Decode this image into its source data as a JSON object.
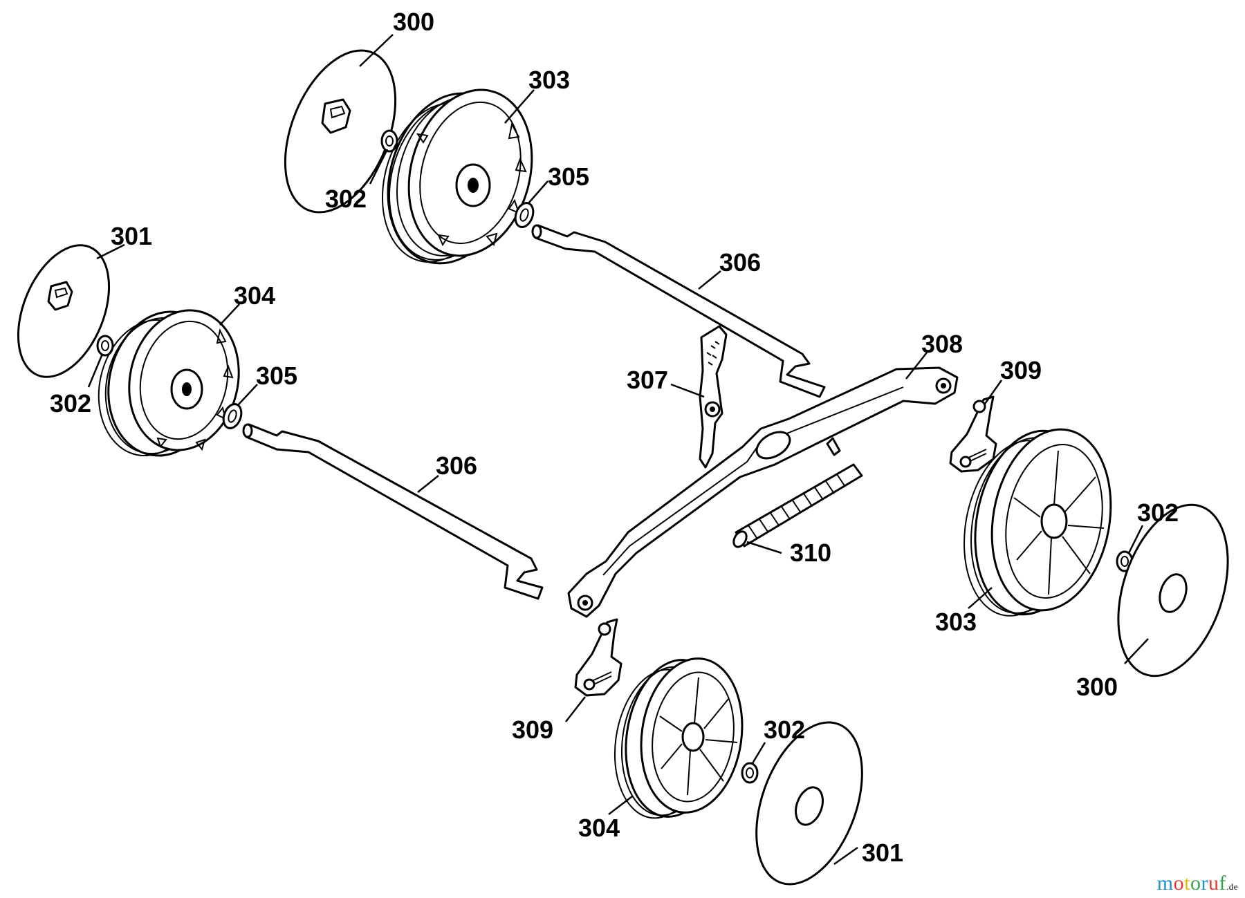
{
  "callouts": [
    {
      "id": "c1",
      "label": "300"
    },
    {
      "id": "c2",
      "label": "303"
    },
    {
      "id": "c3",
      "label": "302"
    },
    {
      "id": "c4",
      "label": "305"
    },
    {
      "id": "c5",
      "label": "301"
    },
    {
      "id": "c6",
      "label": "304"
    },
    {
      "id": "c7",
      "label": "302"
    },
    {
      "id": "c8",
      "label": "305"
    },
    {
      "id": "c9",
      "label": "306"
    },
    {
      "id": "c10",
      "label": "306"
    },
    {
      "id": "c11",
      "label": "307"
    },
    {
      "id": "c12",
      "label": "308"
    },
    {
      "id": "c13",
      "label": "309"
    },
    {
      "id": "c14",
      "label": "302"
    },
    {
      "id": "c15",
      "label": "310"
    },
    {
      "id": "c16",
      "label": "303"
    },
    {
      "id": "c17",
      "label": "300"
    },
    {
      "id": "c18",
      "label": "309"
    },
    {
      "id": "c19",
      "label": "302"
    },
    {
      "id": "c20",
      "label": "304"
    },
    {
      "id": "c21",
      "label": "301"
    }
  ],
  "watermark": {
    "letters": [
      "m",
      "o",
      "t",
      "o",
      "r",
      "u",
      "f"
    ],
    "letter_colors": [
      "#1a8fd6",
      "#e23a2e",
      "#f0b400",
      "#3aa14b",
      "#1a8fd6",
      "#e23a2e",
      "#3aa14b"
    ],
    "suffix": ".de"
  }
}
